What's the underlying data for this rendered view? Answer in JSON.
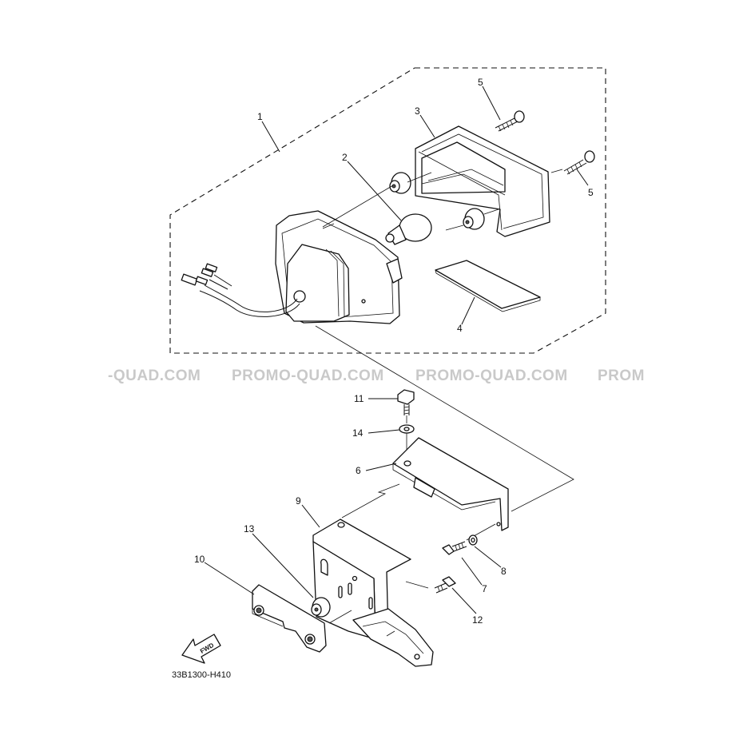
{
  "diagram": {
    "code": "33B1300-H410",
    "watermark": [
      "-QUAD.COM",
      "PROMO-QUAD.COM",
      "PROMO-QUAD.COM",
      "PROM"
    ],
    "direction_label": "FWD",
    "callouts": {
      "c1": "1",
      "c2": "2",
      "c3": "3",
      "c4": "4",
      "c5a": "5",
      "c5b": "5",
      "c6": "6",
      "c7": "7",
      "c8": "8",
      "c9": "9",
      "c10": "10",
      "c11": "11",
      "c12": "12",
      "c13": "13",
      "c14": "14"
    }
  }
}
